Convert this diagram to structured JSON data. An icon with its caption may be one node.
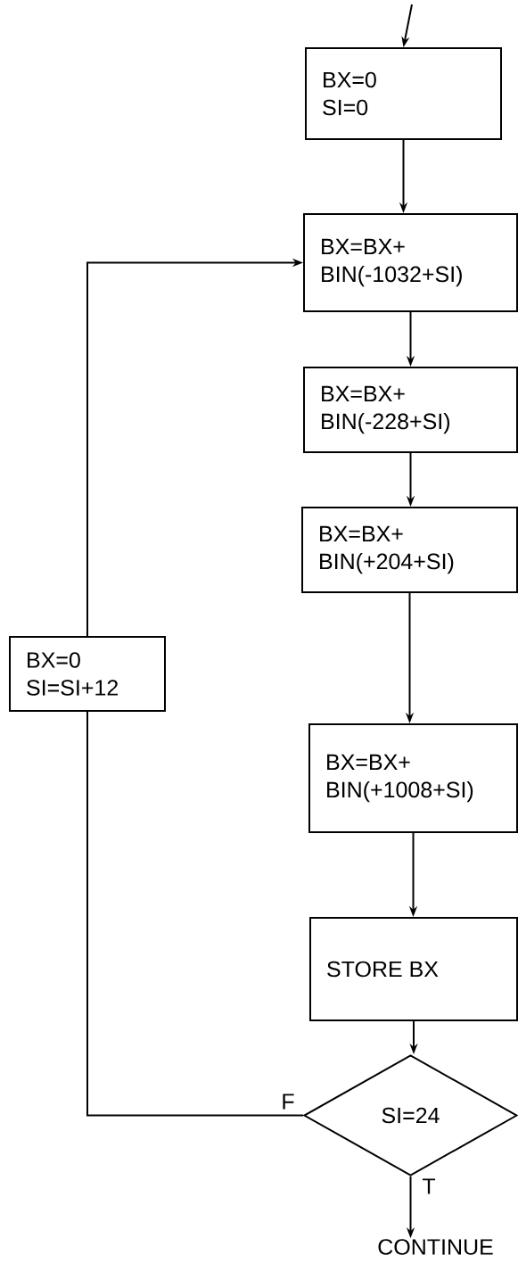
{
  "diagram": {
    "nodes": [
      {
        "text": [
          "BX=0",
          "SI=0"
        ]
      },
      {
        "text": [
          "BX=BX+",
          "BIN(-1032+SI)"
        ]
      },
      {
        "text": [
          "BX=BX+",
          "BIN(-228+SI)"
        ]
      },
      {
        "text": [
          "BX=BX+",
          "BIN(+204+SI)"
        ]
      },
      {
        "text": [
          "BX=0",
          "SI=SI+12"
        ]
      },
      {
        "text": [
          "BX=BX+",
          "BIN(+1008+SI)"
        ]
      },
      {
        "text": [
          "STORE BX"
        ]
      },
      {
        "text": [
          "SI=24"
        ]
      },
      {
        "text": [
          "CONTINUE"
        ]
      }
    ],
    "edges": [
      {
        "from": null,
        "to": 0,
        "arrow": "to"
      },
      {
        "from": 0,
        "to": 1,
        "arrow": "to"
      },
      {
        "from": 1,
        "to": 2,
        "arrow": "to"
      },
      {
        "from": 2,
        "to": 3,
        "arrow": "to"
      },
      {
        "from": 3,
        "to": 5,
        "arrow": "to"
      },
      {
        "from": 5,
        "to": 6,
        "arrow": "to"
      },
      {
        "from": 6,
        "to": 7,
        "arrow": "to"
      },
      {
        "from": 7,
        "to": 4,
        "arrow": "none",
        "label": "F"
      },
      {
        "from": 4,
        "to": 1,
        "arrow": "to"
      },
      {
        "from": 7,
        "to": 8,
        "arrow": "to",
        "label": "T"
      }
    ]
  }
}
